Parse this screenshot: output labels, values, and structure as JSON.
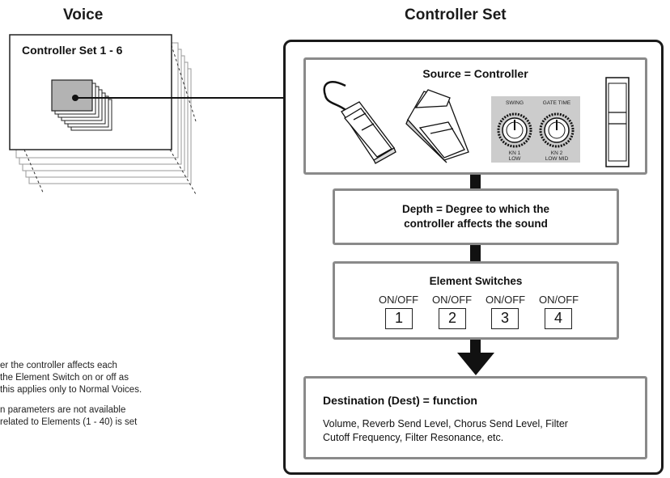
{
  "left": {
    "title": "Voice",
    "card_label": "Controller Set 1 - 6",
    "notes": [
      "er the controller affects each",
      "the Element Switch on or off as",
      "this applies only to Normal Voices.",
      "n parameters are not available",
      "related to Elements (1 - 40) is set"
    ]
  },
  "right": {
    "title": "Controller Set",
    "source": {
      "title": "Source = Controller",
      "knobs": [
        {
          "top": "SWING",
          "bottom1": "KN 1",
          "bottom2": "LOW"
        },
        {
          "top": "GATE TIME",
          "bottom1": "KN 2",
          "bottom2": "LOW MID"
        }
      ]
    },
    "depth": {
      "line1": "Depth = Degree to which the",
      "line2": "controller affects the sound"
    },
    "switches": {
      "title": "Element Switches",
      "label": "ON/OFF",
      "items": [
        "1",
        "2",
        "3",
        "4"
      ]
    },
    "destination": {
      "title": "Destination (Dest) = function",
      "line1": "Volume, Reverb Send Level, Chorus Send Level, Filter",
      "line2": "Cutoff Frequency, Filter Resonance, etc."
    }
  },
  "colors": {
    "frame": "#1a1a1a",
    "box_border": "#8a8a8a",
    "chip": "#b3b3b3",
    "knob_panel": "#cccccc"
  }
}
